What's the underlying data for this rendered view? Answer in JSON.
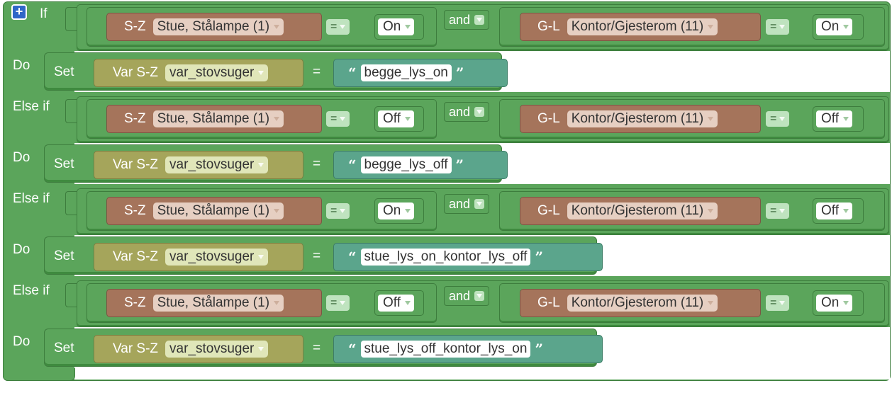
{
  "if_block": {
    "add_icon": "plus-icon",
    "keywords": {
      "if": "If",
      "do": "Do",
      "else_if": "Else if",
      "set": "Set",
      "and": "and",
      "eq": "="
    },
    "branches": [
      {
        "left_group": "S-Z",
        "left_device": "Stue, Stålampe (1)",
        "left_value": "On",
        "right_group": "G-L",
        "right_device": "Kontor/Gjesterom (11)",
        "right_value": "On",
        "var_group": "Var S-Z",
        "var_name": "var_stovsuger",
        "string_value": "begge_lys_on"
      },
      {
        "left_group": "S-Z",
        "left_device": "Stue, Stålampe (1)",
        "left_value": "Off",
        "right_group": "G-L",
        "right_device": "Kontor/Gjesterom (11)",
        "right_value": "Off",
        "var_group": "Var S-Z",
        "var_name": "var_stovsuger",
        "string_value": "begge_lys_off"
      },
      {
        "left_group": "S-Z",
        "left_device": "Stue, Stålampe (1)",
        "left_value": "On",
        "right_group": "G-L",
        "right_device": "Kontor/Gjesterom (11)",
        "right_value": "Off",
        "var_group": "Var S-Z",
        "var_name": "var_stovsuger",
        "string_value": "stue_lys_on_kontor_lys_off"
      },
      {
        "left_group": "S-Z",
        "left_device": "Stue, Stålampe (1)",
        "left_value": "Off",
        "right_group": "G-L",
        "right_device": "Kontor/Gjesterom (11)",
        "right_value": "On",
        "var_group": "Var S-Z",
        "var_name": "var_stovsuger",
        "string_value": "stue_lys_off_kontor_lys_on"
      }
    ],
    "quote_open": "“",
    "quote_close": "”"
  },
  "colors": {
    "logic_green": "#5ba55b",
    "device_brown": "#a5745b",
    "variable_olive": "#a5a55b",
    "string_teal": "#5ba58c",
    "add_blue": "#2f66c8"
  }
}
